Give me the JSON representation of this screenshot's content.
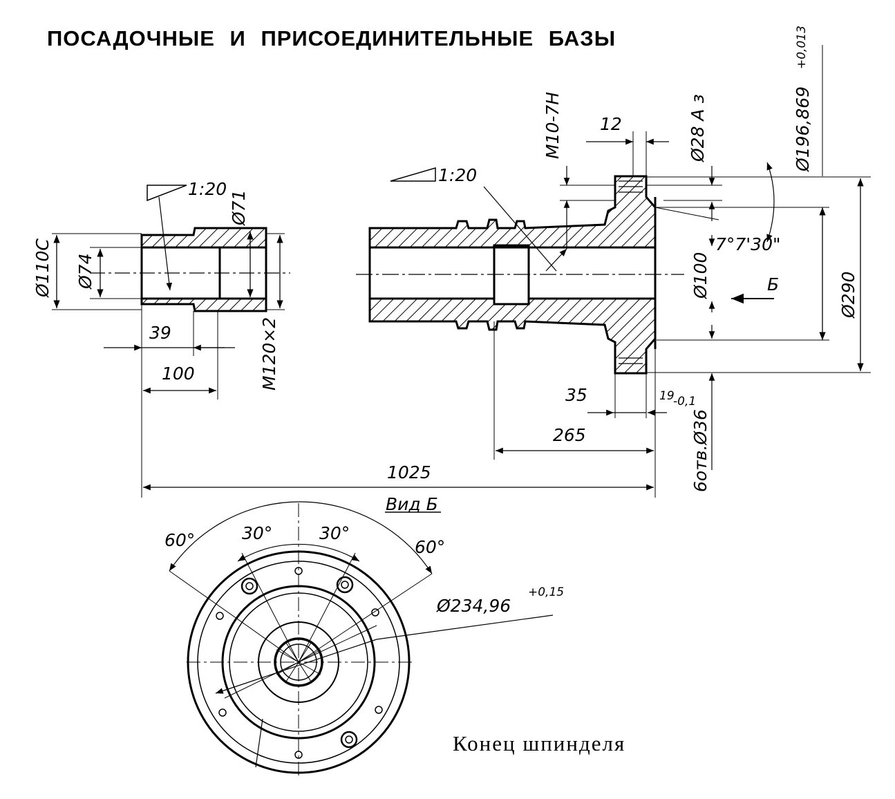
{
  "title": "ПОСАДОЧНЫЕ И ПРИСОЕДИНИТЕЛЬНЫЕ БАЗЫ",
  "caption": "Конец шпинделя",
  "left_part": {
    "d_outer": "Ø110С",
    "d_bore": "Ø74",
    "taper": "1:20",
    "d_small": "Ø71",
    "len_39": "39",
    "len_100": "100",
    "thread": "М120×2"
  },
  "spindle": {
    "taper": "1:20",
    "thread": "М10-7Н",
    "width_12": "12",
    "d_28": "Ø28 А з",
    "d_196_base": "Ø196,869",
    "d_196_tol": "+0,013",
    "angle": "7°7'30\"",
    "d_100": "Ø100",
    "view_arrow": "Б",
    "d_290": "Ø290",
    "len_35": "35",
    "len_19_base": "19",
    "len_19_tol": "-0,1",
    "holes": "6отв.Ø36",
    "len_265": "265",
    "len_1025": "1025"
  },
  "view": {
    "label": "Вид Б",
    "angle_60_left": "60°",
    "angle_30_left": "30°",
    "angle_30_right": "30°",
    "angle_60_right": "60°",
    "d_234_base": "Ø234,96",
    "d_234_tol": "+0,15"
  }
}
